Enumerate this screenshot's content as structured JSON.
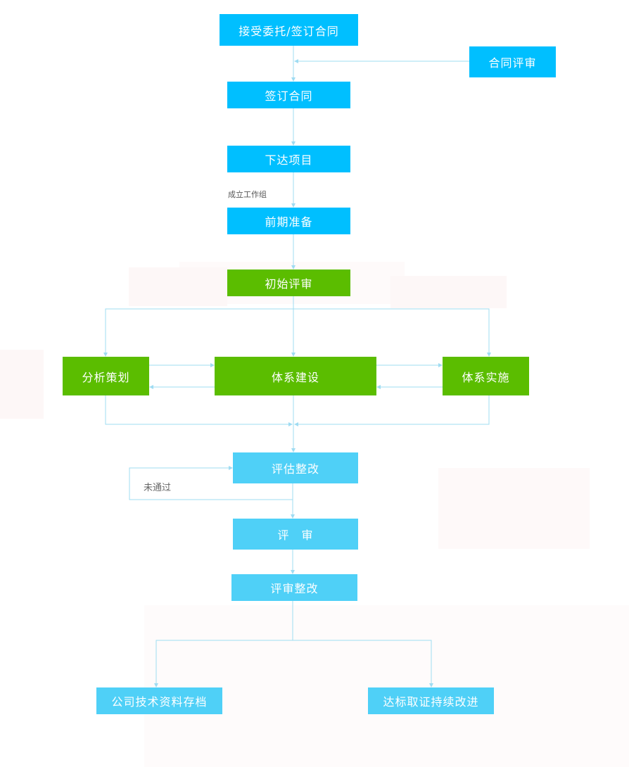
{
  "nodes": {
    "accept_commission": "接受委托/签订合同",
    "contract_review": "合同评审",
    "sign_contract": "签订合同",
    "issue_project": "下达项目",
    "preparation": "前期准备",
    "initial_review": "初始评审",
    "analysis_planning": "分析策划",
    "system_construction": "体系建设",
    "system_implementation": "体系实施",
    "evaluation_rectification": "评估整改",
    "review": "评　审",
    "review_rectification": "评审整改",
    "archive": "公司技术资料存档",
    "certification": "达标取证持续改进"
  },
  "labels": {
    "form_team": "成立工作组",
    "not_passed": "未通过"
  },
  "colors": {
    "primary_blue": "#00bfff",
    "green": "#5bbd00",
    "light_blue": "#4fd0f7",
    "connector": "#9fdcf2"
  }
}
